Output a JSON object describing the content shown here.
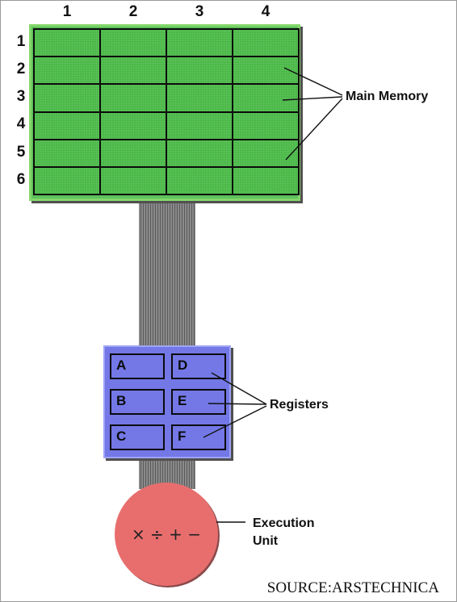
{
  "memory": {
    "columns": [
      "1",
      "2",
      "3",
      "4"
    ],
    "rows": [
      "1",
      "2",
      "3",
      "4",
      "5",
      "6"
    ],
    "label": "Main Memory"
  },
  "registers": {
    "left": [
      "A",
      "B",
      "C"
    ],
    "right": [
      "D",
      "E",
      "F"
    ],
    "label": "Registers"
  },
  "execution_unit": {
    "operators": "× ÷ + −",
    "label_line1": "Execution",
    "label_line2": "Unit"
  },
  "source": "SOURCE:ARSTECHNICA",
  "colors": {
    "memory_cell": "#4bb948",
    "registers": "#7378e6",
    "execution_unit": "#e86e6e",
    "bus": "#7a7a7a"
  }
}
